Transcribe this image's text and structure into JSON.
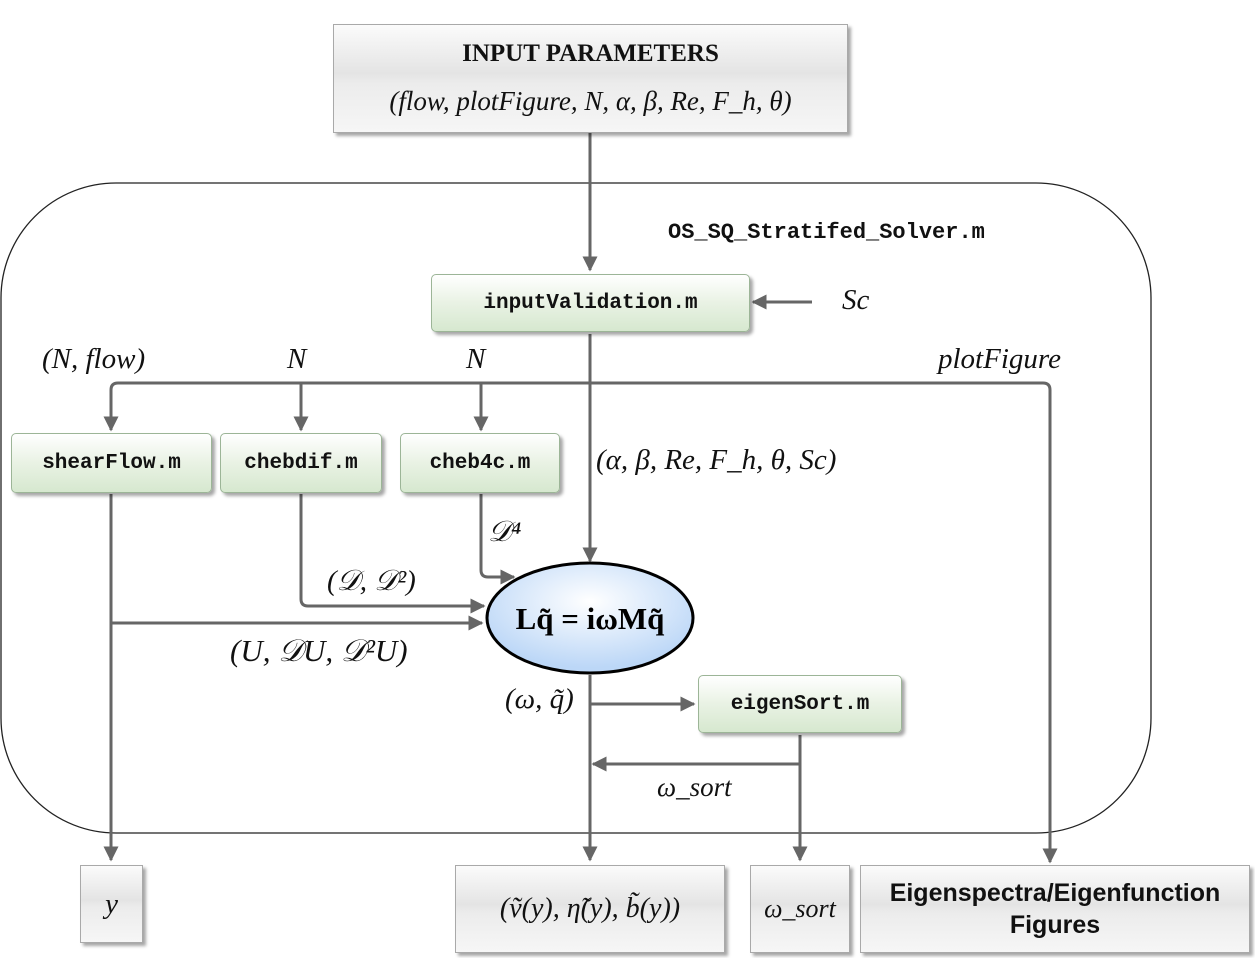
{
  "input": {
    "title": "INPUT PARAMETERS",
    "params": "(flow, plotFigure, N, α, β, Re, F_h, θ)"
  },
  "solver": {
    "name": "OS_SQ_Stratifed_Solver.m"
  },
  "modules": {
    "input_validation": "inputValidation.m",
    "shear_flow": "shearFlow.m",
    "chebdif": "chebdif.m",
    "cheb4c": "cheb4c.m",
    "eigen_sort": "eigenSort.m"
  },
  "equation": "Lq̃ = iωMq̃",
  "labels": {
    "sc": "Sc",
    "n_flow": "(N, flow)",
    "n1": "N",
    "n2": "N",
    "plot_figure": "plotFigure",
    "params_to_solver": "(α, β, Re, F_h, θ, Sc)",
    "d4": "𝒟⁴",
    "d_d2": "(𝒟, 𝒟²)",
    "u_terms": "(U, 𝒟U, 𝒟²U)",
    "omega_q": "(ω, q̃)",
    "omega_sort": "ω_sort"
  },
  "outputs": {
    "y": "y",
    "eigenfunctions": "(ṽ(y), η̃(y), b̃(y))",
    "omega_sort": "ω_sort",
    "figures": "Eigenspectra/Eigenfunction Figures"
  },
  "colors": {
    "arrow": "#666666",
    "module_fill": "#dbeed3",
    "ellipse_fill": "#cfe3fb"
  }
}
